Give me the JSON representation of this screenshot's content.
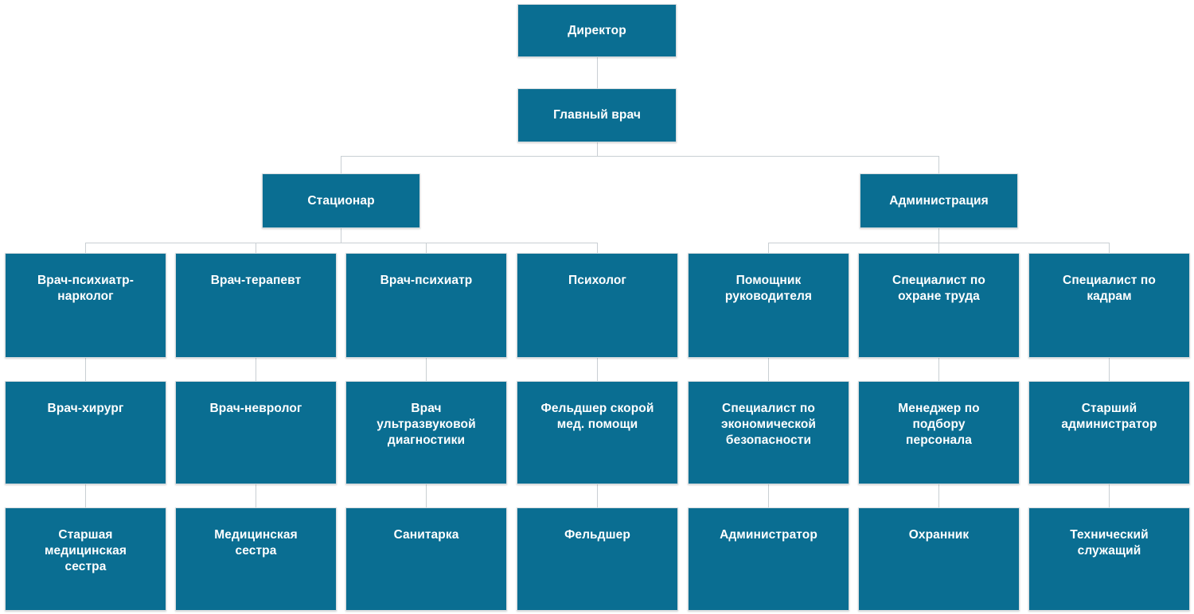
{
  "chart": {
    "type": "org-chart",
    "title": "",
    "box_color": "#0a6e92",
    "text_color": "#ffffff",
    "connector_color": "#c9cfd3",
    "background": "#ffffff",
    "levels": 5,
    "columns": 7
  },
  "nodes": {
    "director": {
      "label": "Директор"
    },
    "chief_doctor": {
      "label": "Главный врач"
    },
    "hospital": {
      "label": "Стационар"
    },
    "administration": {
      "label": "Администрация"
    },
    "row3": [
      {
        "label": "Врач-психиатр-\nнарколог"
      },
      {
        "label": "Врач-терапевт"
      },
      {
        "label": "Врач-психиатр"
      },
      {
        "label": "Психолог"
      },
      {
        "label": "Помощник\nруководителя"
      },
      {
        "label": "Специалист по\nохране труда"
      },
      {
        "label": "Специалист по\nкадрам"
      }
    ],
    "row4": [
      {
        "label": "Врач-хирург"
      },
      {
        "label": "Врач-невролог"
      },
      {
        "label": "Врач\nультразвуковой\nдиагностики"
      },
      {
        "label": "Фельдшер скорой\nмед. помощи"
      },
      {
        "label": "Специалист по\nэкономической\nбезопасности"
      },
      {
        "label": "Менеджер по\nподбору\nперсонала"
      },
      {
        "label": "Старший\nадминистратор"
      }
    ],
    "row5": [
      {
        "label": "Старшая\nмедицинская\nсестра"
      },
      {
        "label": "Медицинская\nсестра"
      },
      {
        "label": "Санитарка"
      },
      {
        "label": "Фельдшер"
      },
      {
        "label": "Администратор"
      },
      {
        "label": "Охранник"
      },
      {
        "label": "Технический\nслужащий"
      }
    ]
  }
}
